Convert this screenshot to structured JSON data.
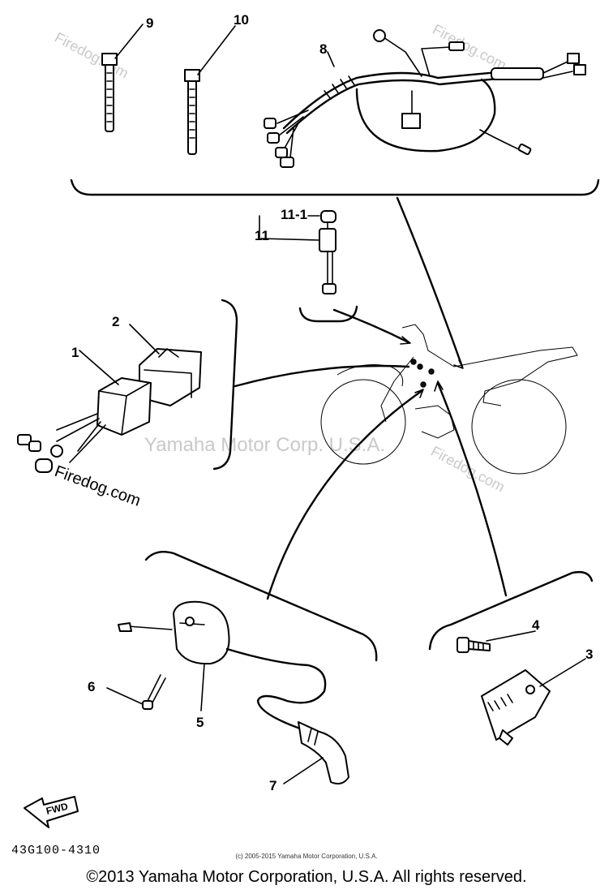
{
  "diagram": {
    "callouts": {
      "c1": "1",
      "c2": "2",
      "c3": "3",
      "c4": "4",
      "c5": "5",
      "c6": "6",
      "c7": "7",
      "c8": "8",
      "c9": "9",
      "c10": "10",
      "c11": "11-1",
      "c11b": "11"
    },
    "fwd_label": "FWD",
    "watermarks": {
      "center": "Yamaha Motor Corp. U.S.A.",
      "firedog_left": "Firedog.com",
      "firedog_top_left": "Firedog.com",
      "firedog_top_right": "Firedog.com",
      "firedog_right": "Firedog.com"
    }
  },
  "footer": {
    "part_code": "43G100-4310",
    "small_copyright": "(c) 2005-2015 Yamaha Motor Corporation, U.S.A.",
    "copyright": "©2013 Yamaha Motor Corporation, U.S.A. All rights reserved."
  }
}
